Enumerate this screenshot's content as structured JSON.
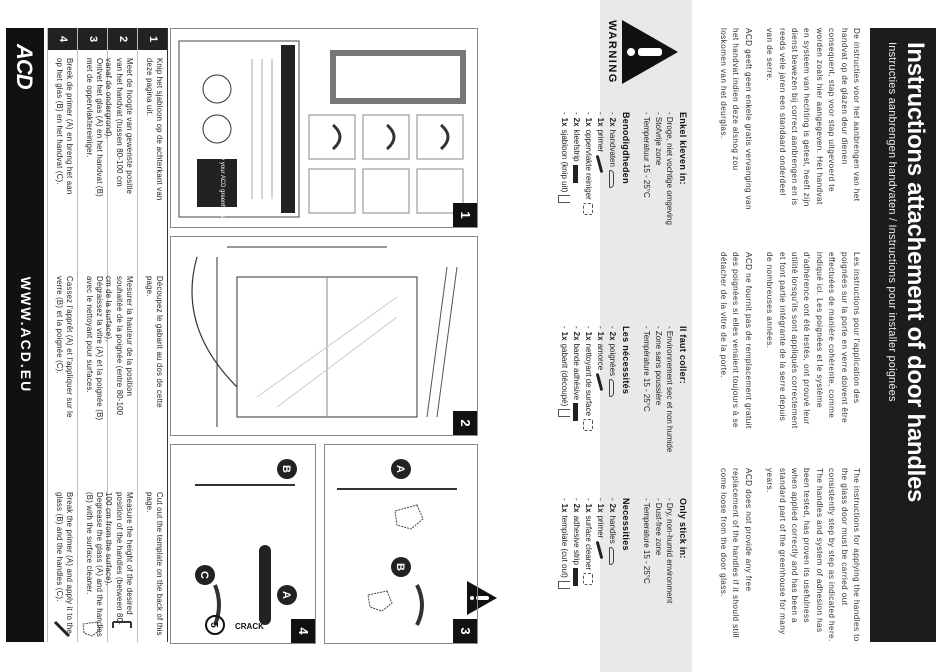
{
  "header": {
    "title": "Instructions attachement of door handles",
    "subtitle": "Instructies aanbrengen handvaten / Instructions pour installer poignées"
  },
  "intro": {
    "nl": [
      "De instructies voor het aanbrengen van het handvat op de glazen deur dienen consequent, stap voor stap uitgevoerd te worden zoals hier aangegeven. Het handvat en systeem van hechting is getest, heeft zijn dienst bewezen bij correct aanbrengen en is reeds vele jaren een standaard onderdeel van de serre.",
      "ACD geeft geen enkele gratis vervanging van het handvat indien deze alsnog zou loskomen van het deurglas."
    ],
    "fr": [
      "Les instructions pour l'application des poignées sur la porte en verre doivent être effectuées de manière cohérente, comme indiqué ici. Les poignées et le système d'adhérence ont été testés, ont prouvé leur utilité lorsqu'ils sont appliqués correctement et font partie intégrante de la serre depuis de nombreuses années.",
      "ACD ne fournit pas de remplacement gratuit des poignées si elles venaient toujours à se détacher de la vitre de la porte."
    ],
    "en": [
      "The instructions for applying the handles to the glass door must be carried out consistently step by step as indicated here. The handles and system of adhesion has been tested, has proven its usefulness when applied correctly and has been a standard part of the greenhouse for many years.",
      "ACD does not provide any free replacement of the handles if it should still come loose from the door glass."
    ]
  },
  "warning": {
    "label": "WARNING"
  },
  "requirements": {
    "nl": {
      "stick_title": "Enkel kleven in:",
      "stick": [
        "Droge, niet vochtige omgeving",
        "Stofvrije zone",
        "Temperatuur 15 - 25°C"
      ],
      "needs_title": "Benodigdheden",
      "needs": [
        {
          "qty": "2x",
          "item": "handvaten"
        },
        {
          "qty": "1x",
          "item": "primer"
        },
        {
          "qty": "1x",
          "item": "oppervlakte reiniger"
        },
        {
          "qty": "2x",
          "item": "kleefstrip"
        },
        {
          "qty": "1x",
          "item": "sjabloon (knip uit)"
        }
      ]
    },
    "fr": {
      "stick_title": "Il faut coller:",
      "stick": [
        "Environnement sec et non humide",
        "Zone sans poussière",
        "Température 15 - 25°C"
      ],
      "needs_title": "Les nécessités",
      "needs": [
        {
          "qty": "2x",
          "item": "poignées"
        },
        {
          "qty": "1x",
          "item": "amorce"
        },
        {
          "qty": "1x",
          "item": "nettoyant de surface"
        },
        {
          "qty": "2x",
          "item": "bande adhésive"
        },
        {
          "qty": "1x",
          "item": "gabarit (découpé)"
        }
      ]
    },
    "en": {
      "stick_title": "Only stick in:",
      "stick": [
        "Dry, non-humid environment",
        "Dust-free zone",
        "Temperature 15 - 25°C"
      ],
      "needs_title": "Necessities",
      "needs": [
        {
          "qty": "2x",
          "item": "handles"
        },
        {
          "qty": "1x",
          "item": "primer"
        },
        {
          "qty": "1x",
          "item": "surface cleaner"
        },
        {
          "qty": "2x",
          "item": "adhesive strip"
        },
        {
          "qty": "1x",
          "item": "template (cut out)"
        }
      ]
    }
  },
  "diagrams": {
    "step1": {
      "num": "1",
      "caption": "Enjoy your ACD greenhouse"
    },
    "step2": {
      "num": "2"
    },
    "step3": {
      "num": "3",
      "labels": [
        "A",
        "B"
      ]
    },
    "step4": {
      "num": "4",
      "labels": [
        "A",
        "B",
        "C"
      ],
      "crack": "CRACK",
      "wait": "5"
    }
  },
  "steps": [
    {
      "num": "1",
      "nl": "Knip het sjabloon op de achterkant van deze pagina uit.",
      "fr": "Découpez le gabarit au dos de cette page.",
      "en": "Cut out the template on the back of this page."
    },
    {
      "num": "2",
      "nl": "Meet de hoogte van gewenste positie van het handvat (tussen 80-100 cm vanaf de ondergrond).",
      "fr": "Mesurer la hauteur de la position souhaitée de la poignée (entre 80-100 cm de la surface).",
      "en": "Measure the height of the desired position of the handles (between 80-100 cm from the surface)."
    },
    {
      "num": "3",
      "nl": "Ontvet het glas (A) en het handvat (B) met de oppervlaktereiniger.",
      "fr": "Dégraissez la vitre (A) et la poignée (B) avec le nettoyant pour surfaces.",
      "en": "Degrease the glass (A) and the handles (B) with the surface cleaner."
    },
    {
      "num": "4",
      "nl": "Breek de primer (A) en breng het aan op het glas (B) en het handvat (C).",
      "fr": "Cassez l'apprêt (A) et l'appliquer sur le verre (B) et la poignée (C).",
      "en": "Break the primer (A) and apply it to the glass (B) and the handles (C)."
    }
  ],
  "footer": {
    "logo": "ACD",
    "url": "WWW.ACD.EU"
  }
}
